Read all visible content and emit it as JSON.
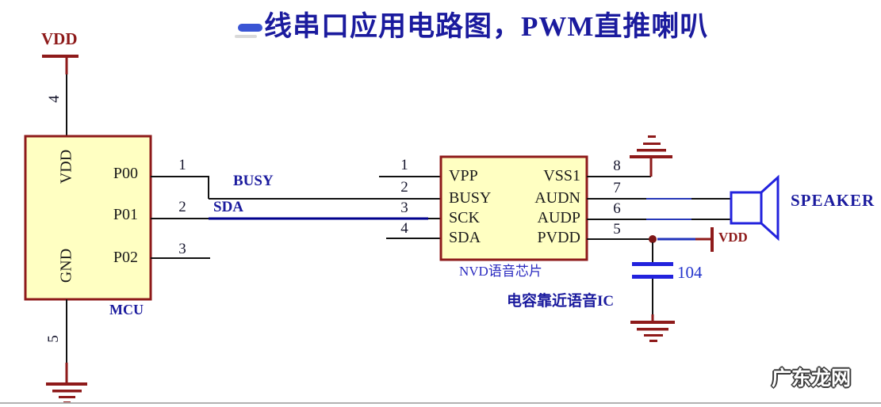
{
  "title": {
    "highlight_dash": "一",
    "text": "线串口应用电路图，PWM直推喇叭"
  },
  "power": {
    "vdd_top_label": "VDD",
    "vdd_right_label": "VDD"
  },
  "mcu": {
    "ref": "MCU",
    "vdd_pin": {
      "number": "4",
      "label": "VDD"
    },
    "gnd_pin": {
      "number": "5",
      "label": "GND"
    },
    "io_pins": [
      {
        "number": "1",
        "label": "P00"
      },
      {
        "number": "2",
        "label": "P01"
      },
      {
        "number": "3",
        "label": "P02"
      }
    ]
  },
  "nets": {
    "busy": "BUSY",
    "sda": "SDA"
  },
  "voice_chip": {
    "caption": "NVD语音芯片",
    "left_pins": [
      {
        "number": "1",
        "name": "VPP"
      },
      {
        "number": "2",
        "name": "BUSY"
      },
      {
        "number": "3",
        "name": "SCK"
      },
      {
        "number": "4",
        "name": "SDA"
      }
    ],
    "right_pins": [
      {
        "number": "8",
        "name": "VSS1"
      },
      {
        "number": "7",
        "name": "AUDN"
      },
      {
        "number": "6",
        "name": "AUDP"
      },
      {
        "number": "5",
        "name": "PVDD"
      }
    ]
  },
  "capacitor": {
    "value": "104",
    "note": "电容靠近语音IC"
  },
  "speaker": {
    "label": "SPEAKER"
  },
  "watermark": "广东龙网",
  "colors": {
    "component_fill": "#FFFFC2",
    "component_border": "#8E1A1A",
    "wire_black": "#111111",
    "net_blue": "#00008C",
    "label_navy": "#1B1B9E",
    "symbol_blue": "#2222DD",
    "power_dark_red": "#8E1A1A",
    "title_dash_blue": "#3A55D4"
  }
}
